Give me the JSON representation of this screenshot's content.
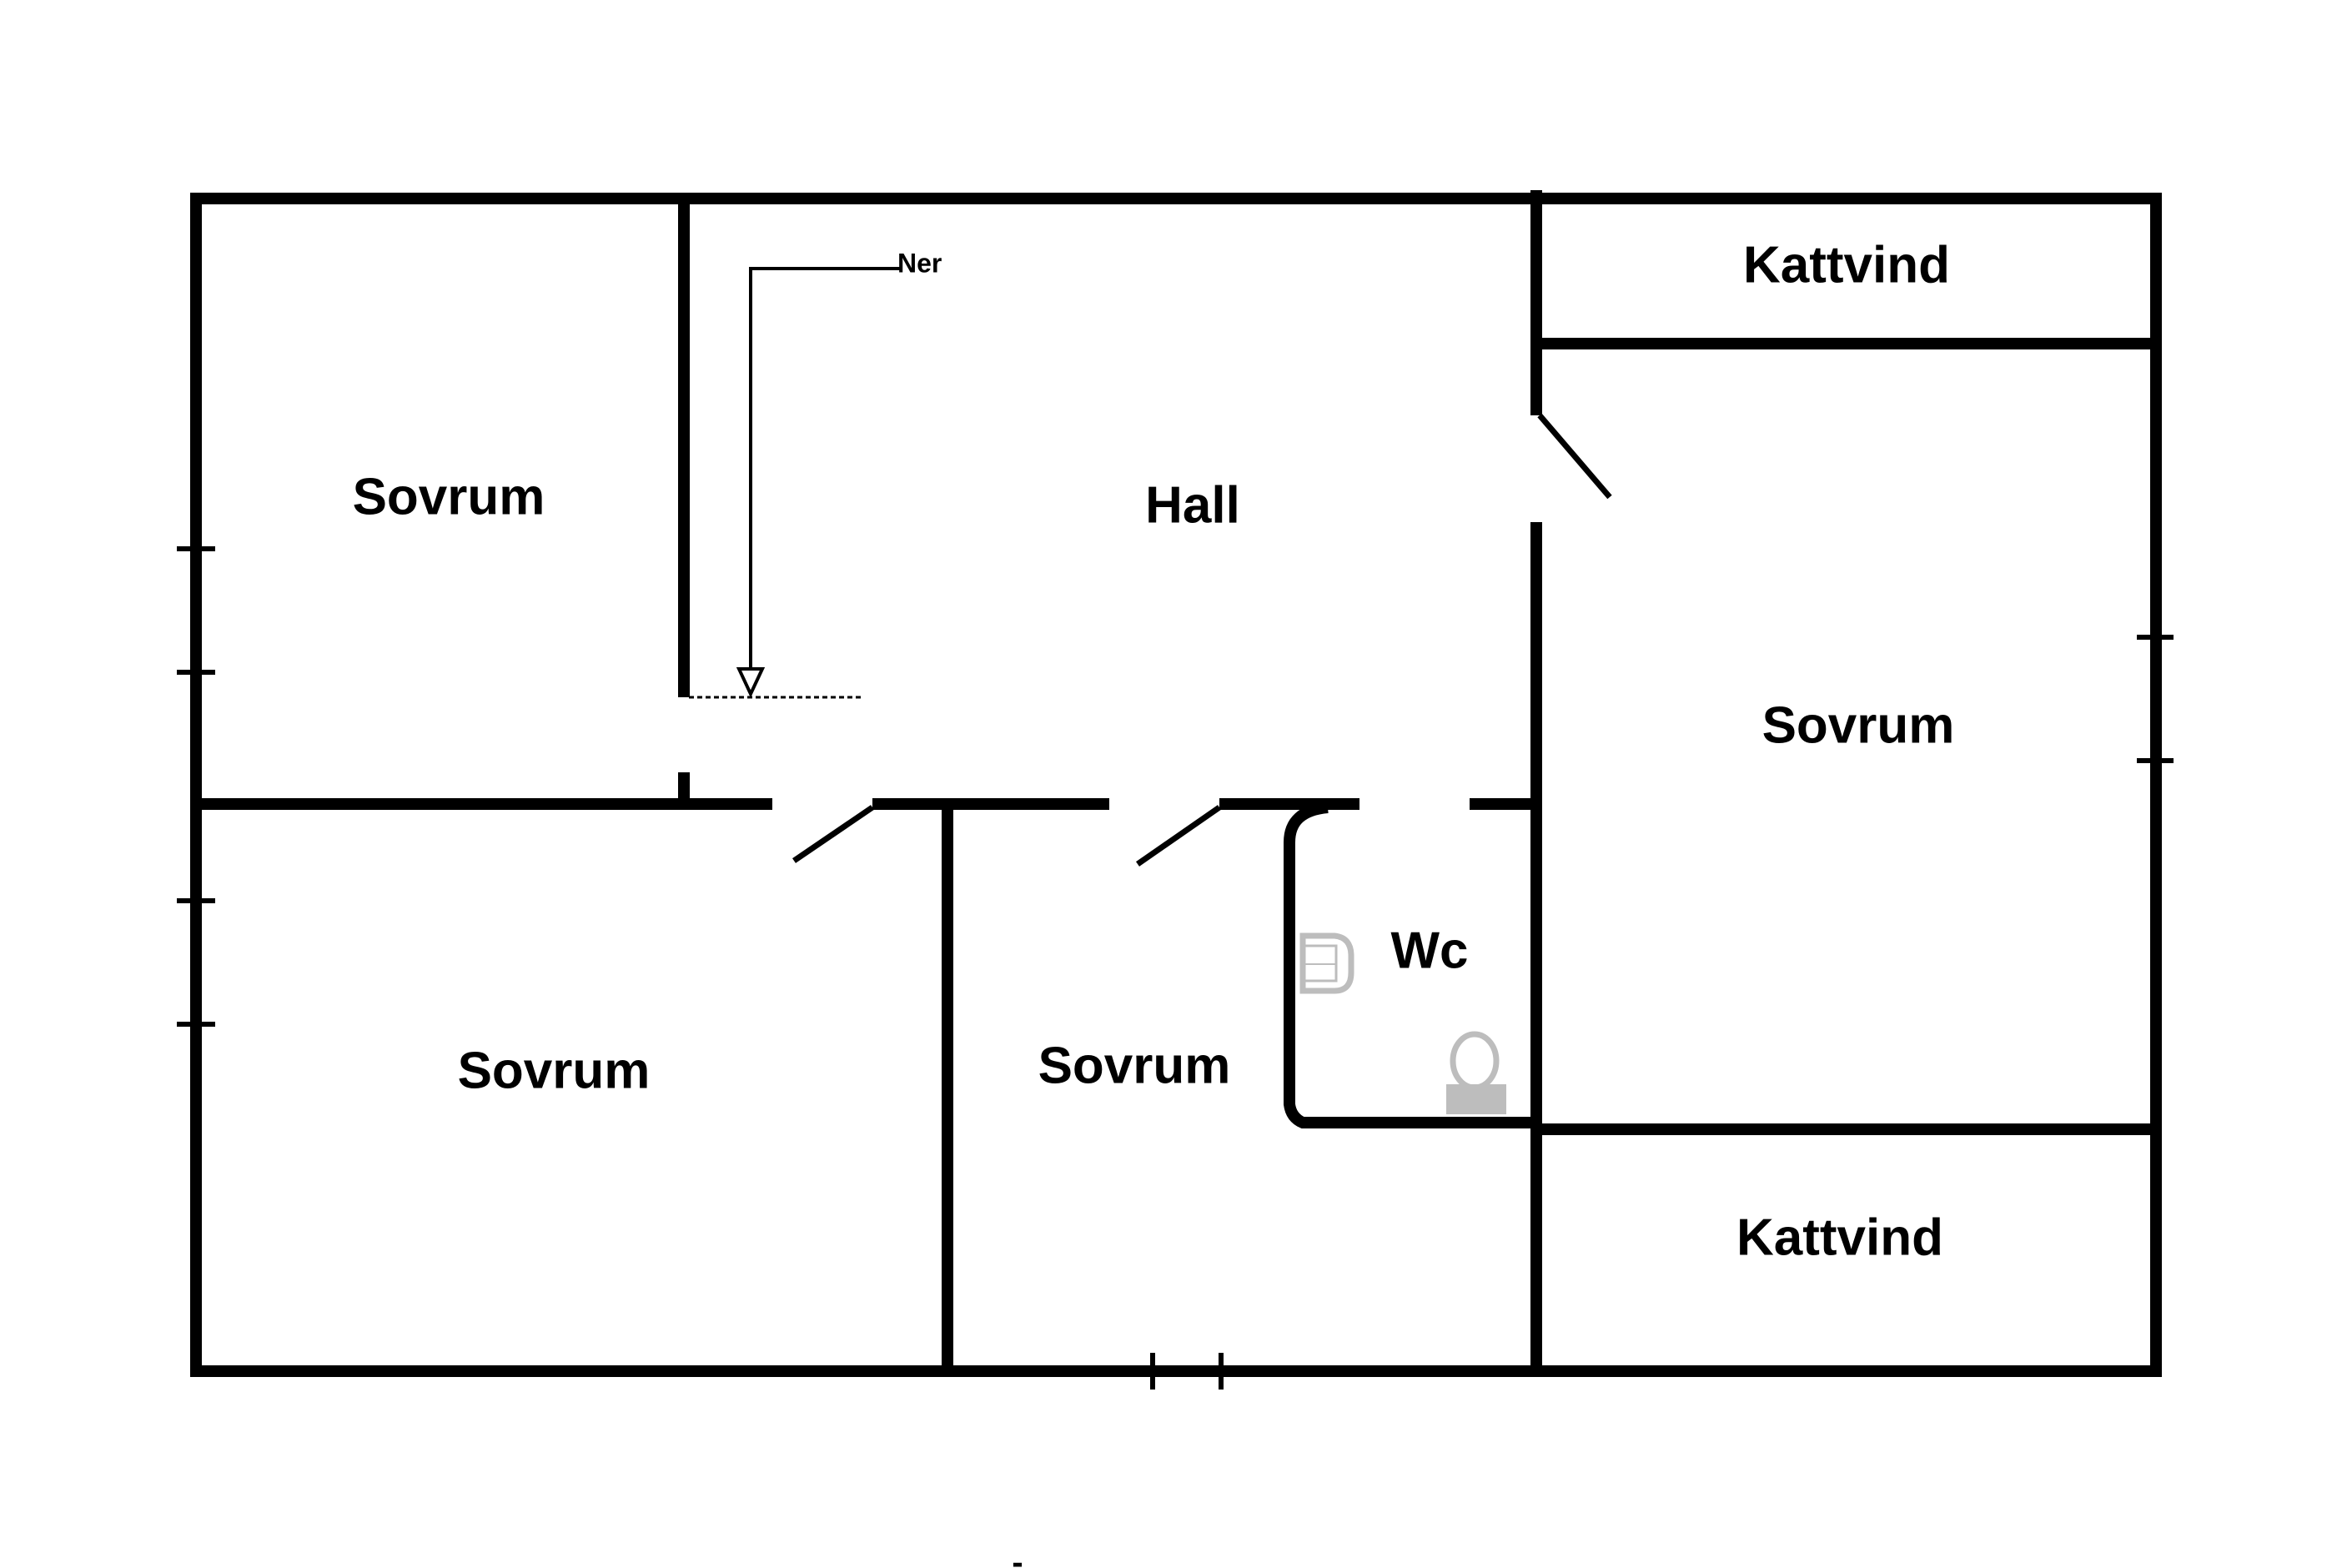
{
  "rooms": {
    "hall": "Hall",
    "bedroom_top_left": "Sovrum",
    "bedroom_bottom_left": "Sovrum",
    "bedroom_bottom_mid": "Sovrum",
    "bedroom_right": "Sovrum",
    "wc": "Wc",
    "attic_top": "Kattvind",
    "attic_bottom": "Kattvind"
  },
  "stairs": {
    "label": "Ner"
  },
  "footer": {
    "mark": "-"
  },
  "colors": {
    "wall": "#000000",
    "fixture": "#bdbdbd",
    "background": "#ffffff"
  }
}
